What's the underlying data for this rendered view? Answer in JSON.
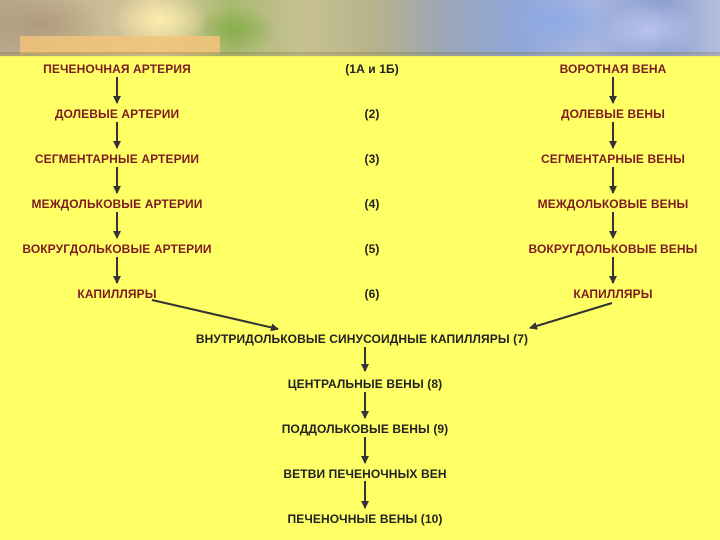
{
  "colors": {
    "background": "#ffff66",
    "text_red": "#7d1c20",
    "text_dark": "#222222",
    "arrow": "#333333"
  },
  "arterial": [
    "ПЕЧЕНОЧНАЯ АРТЕРИЯ",
    "ДОЛЕВЫЕ АРТЕРИИ",
    "СЕГМЕНТАРНЫЕ АРТЕРИИ",
    "МЕЖДОЛЬКОВЫЕ АРТЕРИИ",
    "ВОКРУГДОЛЬКОВЫЕ АРТЕРИИ",
    "КАПИЛЛЯРЫ"
  ],
  "numbers": [
    "(1А и 1Б)",
    "(2)",
    "(3)",
    "(4)",
    "(5)",
    "(6)"
  ],
  "venous": [
    "ВОРОТНАЯ ВЕНА",
    "ДОЛЕВЫЕ ВЕНЫ",
    "СЕГМЕНТАРНЫЕ ВЕНЫ",
    "МЕЖДОЛЬКОВЫЕ ВЕНЫ",
    "ВОКРУГДОЛЬКОВЫЕ ВЕНЫ",
    "КАПИЛЛЯРЫ"
  ],
  "central": [
    "ВНУТРИДОЛЬКОВЫЕ СИНУСОИДНЫЕ  КАПИЛЛЯРЫ (7)",
    "ЦЕНТРАЛЬНЫЕ ВЕНЫ (8)",
    "ПОДДОЛЬКОВЫЕ ВЕНЫ (9)",
    "ВЕТВИ ПЕЧЕНОЧНЫХ ВЕН",
    "ПЕЧЕНОЧНЫЕ ВЕНЫ (10)"
  ]
}
